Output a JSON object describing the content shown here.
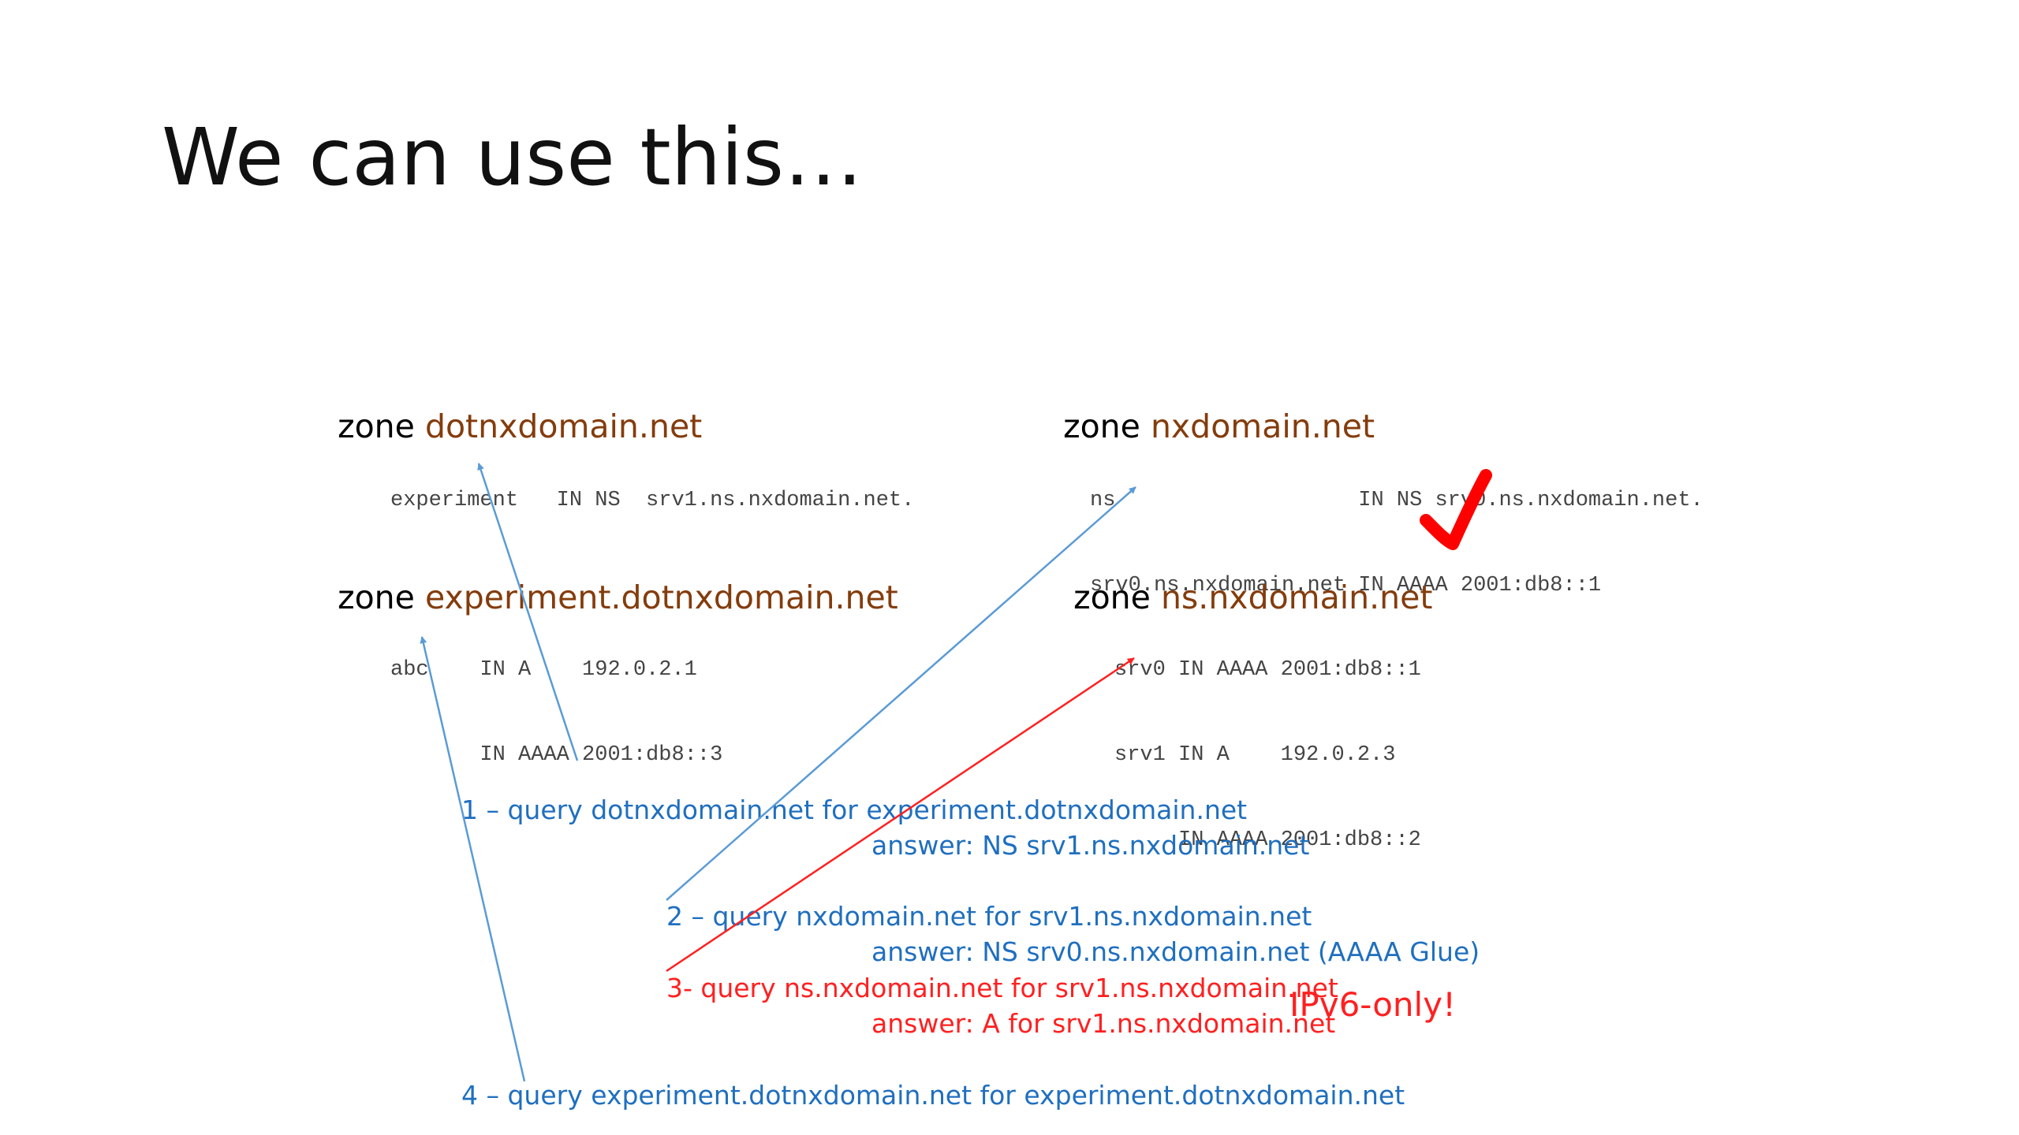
{
  "slide": {
    "title": "We can use this…"
  },
  "zones": [
    {
      "prefix": "zone ",
      "name": "dotnxdomain.net",
      "records": [
        "experiment   IN NS  srv1.ns.nxdomain.net."
      ]
    },
    {
      "prefix": "zone ",
      "name": "nxdomain.net",
      "records": [
        "ns                   IN NS srv0.ns.nxdomain.net.",
        "srv0.ns.nxdomain.net IN AAAA 2001:db8::1"
      ]
    },
    {
      "prefix": "zone ",
      "name": "experiment.dotnxdomain.net",
      "records": [
        "abc    IN A    192.0.2.1",
        "       IN AAAA 2001:db8::3"
      ]
    },
    {
      "prefix": "zone ",
      "name": "ns.nxdomain.net",
      "records": [
        "srv0 IN AAAA 2001:db8::1",
        "srv1 IN A    192.0.2.3",
        "     IN AAAA 2001:db8::2"
      ]
    }
  ],
  "steps": [
    {
      "query": "1 – query dotnxdomain.net for experiment.dotnxdomain.net",
      "answer": "answer: NS srv1.ns.nxdomain.net"
    },
    {
      "query": "2 – query nxdomain.net for srv1.ns.nxdomain.net",
      "answer": "answer: NS srv0.ns.nxdomain.net (AAAA Glue)"
    },
    {
      "query": "3- query ns.nxdomain.net for srv1.ns.nxdomain.net",
      "answer": "answer: A for srv1.ns.nxdomain.net"
    },
    {
      "query": "4 – query experiment.dotnxdomain.net for experiment.dotnxdomain.net"
    }
  ],
  "notes": {
    "ipv6_only": "IPv6-only!"
  },
  "colors": {
    "zone_name": "#843c0c",
    "blue_step": "#1f6fbf",
    "red_step": "#ff2020",
    "blue_arrow": "#5b9bd5",
    "red_arrow": "#ff2020",
    "check_mark": "#ff0000"
  },
  "icons": {
    "check": "check-mark-icon"
  }
}
